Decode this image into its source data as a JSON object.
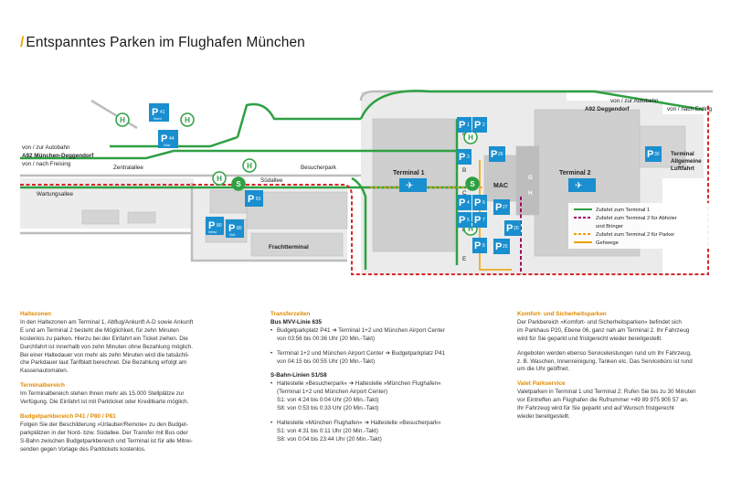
{
  "title": {
    "slash": "/",
    "text": "Entspanntes Parken im Flughafen München"
  },
  "map": {
    "labels": {
      "autobahn_left_1": "von / zur Autobahn",
      "autobahn_left_2": "A92 München-Deggendorf",
      "autobahn_left_3": "von / nach Freising",
      "autobahn_right_1": "von / zur Autobahn",
      "autobahn_right_2": "A92 Deggendorf",
      "autobahn_right_3": "von / nach Erding",
      "zentralallee": "Zentralallee",
      "besucherpark": "Besucherpark",
      "suedallee": "Südallee",
      "wartungsallee": "Wartungsallee",
      "frachtterminal": "Frachtterminal",
      "terminal1": "Terminal 1",
      "terminal2": "Terminal 2",
      "mac": "MAC",
      "terminal_allg_1": "Terminal",
      "terminal_allg_2": "Allgemeine",
      "terminal_allg_3": "Luftfahrt",
      "g": "G",
      "h": "H",
      "a": "A",
      "b": "B",
      "c": "C",
      "d": "D",
      "e": "E"
    },
    "parking": {
      "p41": {
        "p": "P",
        "n": "41",
        "sub": "Nord"
      },
      "p44": {
        "p": "P",
        "n": "44",
        "sub": "Süd"
      },
      "p81": {
        "p": "P",
        "n": "81"
      },
      "p80": {
        "p": "P",
        "n": "80",
        "sub": "West"
      },
      "p80o": {
        "p": "P",
        "n": "80",
        "sub": "Ost"
      },
      "p1": {
        "p": "P",
        "n": "1"
      },
      "p2": {
        "p": "P",
        "n": "2"
      },
      "p3": {
        "p": "P",
        "n": "3"
      },
      "p4": {
        "p": "P",
        "n": "4"
      },
      "p5": {
        "p": "P",
        "n": "5"
      },
      "p6": {
        "p": "P",
        "n": "6"
      },
      "p7": {
        "p": "P",
        "n": "7"
      },
      "p8": {
        "p": "P",
        "n": "8"
      },
      "p26": {
        "p": "P",
        "n": "26"
      },
      "p20": {
        "p": "P",
        "n": "20"
      },
      "p30": {
        "p": "P",
        "n": "30"
      },
      "p27": {
        "p": "P",
        "n": "27"
      },
      "p25": {
        "p": "P",
        "n": "25"
      }
    },
    "legend": [
      {
        "label": "Zufahrt zum Terminal 1",
        "color": "#2ea043",
        "style": "solid"
      },
      {
        "label": "Zufahrt zum Terminal 2 für Abholer",
        "color": "#a0006a",
        "style": "dashed"
      },
      {
        "label": "und Bringer",
        "color": "",
        "style": "none"
      },
      {
        "label": "Zufahrt zum Terminal 2 für Parker",
        "color": "#f0a000",
        "style": "dashed"
      },
      {
        "label": "Gehwege",
        "color": "#f0a000",
        "style": "solid"
      }
    ],
    "colors": {
      "blue": "#1a8fcf",
      "green": "#2ea043",
      "red": "#d62828",
      "orange": "#f0a000",
      "magenta": "#a0006a",
      "building": "#d9d9d9"
    }
  },
  "col1": {
    "h_haltezonen": "Haltezonen",
    "p_haltezonen": [
      "In den Haltezonen am Terminal 1, Abflug/Ankunft A-D sowie Ankunft",
      "E und am Terminal 2 besteht die Möglichkeit, für zehn Minuten",
      "kostenlos zu parken. Hierzu bei der Einfahrt ein Ticket ziehen. Die",
      "Durchfahrt ist innerhalb von zehn Minuten ohne Bezahlung möglich.",
      "Bei einer Haltedauer von mehr als zehn Minuten wird die tatsächli-",
      "che Parkdauer laut Tarifblatt berechnet. Die Bezahlung erfolgt am",
      "Kassenautomaten."
    ],
    "h_terminal": "Terminalbereich",
    "p_terminal": [
      "Im Terminalbereich stehen Ihnen mehr als 15.000 Stellplätze zur",
      "Verfügung. Die Einfahrt ist mit Parkticket oder Kreditkarte möglich."
    ],
    "h_budget": "Budgetparkbereich P41 / P80 / P81",
    "p_budget": [
      "Folgen Sie der Beschilderung »Urlauber/Remote« zu den Budget-",
      "parkplätzen in der Nord- bzw. Südallee. Der Transfer mit Bus oder",
      "S-Bahn zwischen Budgetparkbereich und Terminal ist für alle Mitrei-",
      "senden gegen Vorlage des Parktickets kostenlos."
    ]
  },
  "col2": {
    "h_transfer": "Transferzeiten",
    "bus_title": "Bus MVV-Linie 635",
    "bus1": [
      "Budgetparkplatz P41 ➔ Terminal 1+2 und München Airport Center",
      "von 03:56 bis 00:36 Uhr (20 Min.-Takt)"
    ],
    "bus2": [
      "Terminal 1+2 und München Airport Center ➔ Budgetparkplatz P41",
      "von 04:15 bis 00:55 Uhr (20 Min.-Takt)"
    ],
    "sbahn_title": "S-Bahn-Linien S1/S8",
    "sb1": [
      "Haltestelle »Besucherpark« ➔ Haltestelle »München Flughafen«",
      "(Terminal 1+2 und München Airport Center)",
      "S1: von 4:24 bis 0:04 Uhr (20 Min.-Takt)",
      "S8: von 0:53 bis 0:33 Uhr (20 Min.-Takt)"
    ],
    "sb2": [
      "Haltestelle »München Flughafen« ➔ Haltestelle »Besucherpark«",
      "S1: von 4:31 bis 0:11 Uhr (20 Min.-Takt)",
      "S8: von 0:04 bis 23:44 Uhr (20 Min.-Takt)"
    ]
  },
  "col3": {
    "h_komfort": "Komfort- und Sicherheitsparken",
    "p_komfort": [
      "Der Parkbereich »Komfort- und Sicherheitsparken« befindet sich",
      "im Parkhaus P20, Ebene 06, ganz nah am Terminal 2. Ihr Fahrzeug",
      "wird für Sie geparkt und fristgerecht wieder bereitgestellt."
    ],
    "p_komfort2": [
      "Angeboten werden ebenso Serviceleistungen rund um Ihr Fahrzeug,",
      "z. B. Waschen, Innenreinigung, Tanken etc. Das Servicebüro ist rund",
      "um die Uhr geöffnet."
    ],
    "h_valet": "Valet Parkservice",
    "p_valet": [
      "Valetparken in Terminal 1 und Terminal 2: Rufen Sie bis zu 30 Minuten",
      "vor Eintreffen am Flughafen die Rufnummer +49 89 975 905 57 an.",
      "Ihr Fahrzeug wird für Sie geparkt und auf Wunsch fristgerecht",
      "wieder bereitgestellt."
    ]
  }
}
